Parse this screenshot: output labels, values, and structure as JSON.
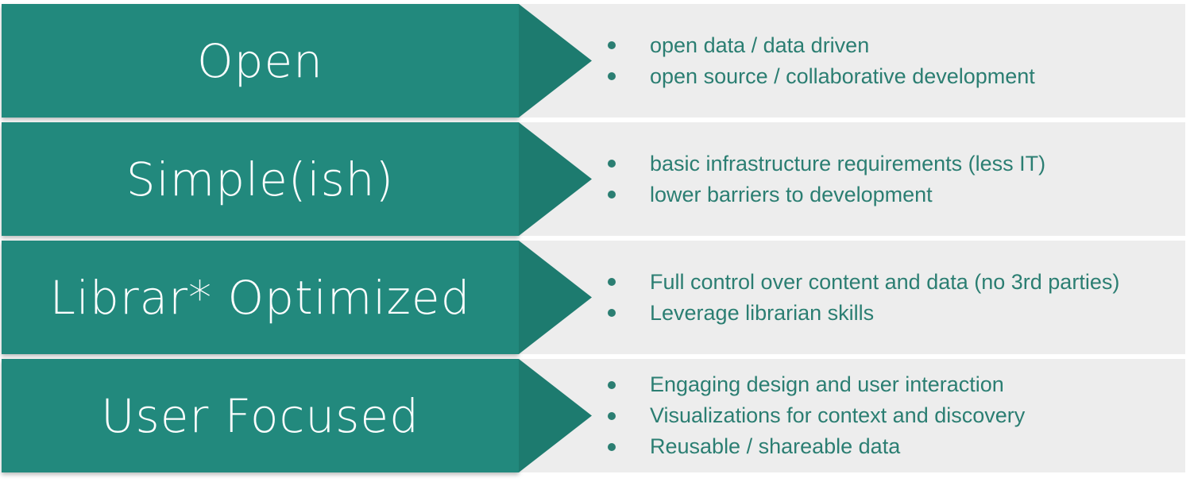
{
  "colors": {
    "background": "#ffffff",
    "banner-fill": "#22897d",
    "arrow-head-fill": "#1d7b6f",
    "panel-fill": "#ededed",
    "bullet-color": "#2b7e72",
    "title-color": "#fafdfd"
  },
  "rows": [
    {
      "title": "Open",
      "bullets": [
        "open data / data driven",
        "open source / collaborative development"
      ]
    },
    {
      "title": "Simple(ish)",
      "bullets": [
        "basic infrastructure requirements (less IT)",
        "lower barriers to development"
      ]
    },
    {
      "title": "Librar* Optimized",
      "bullets": [
        "Full control over content and data (no 3rd parties)",
        "Leverage librarian skills"
      ]
    },
    {
      "title": "User Focused",
      "bullets": [
        "Engaging design and user interaction",
        "Visualizations for context and discovery",
        "Reusable / shareable data"
      ]
    }
  ]
}
